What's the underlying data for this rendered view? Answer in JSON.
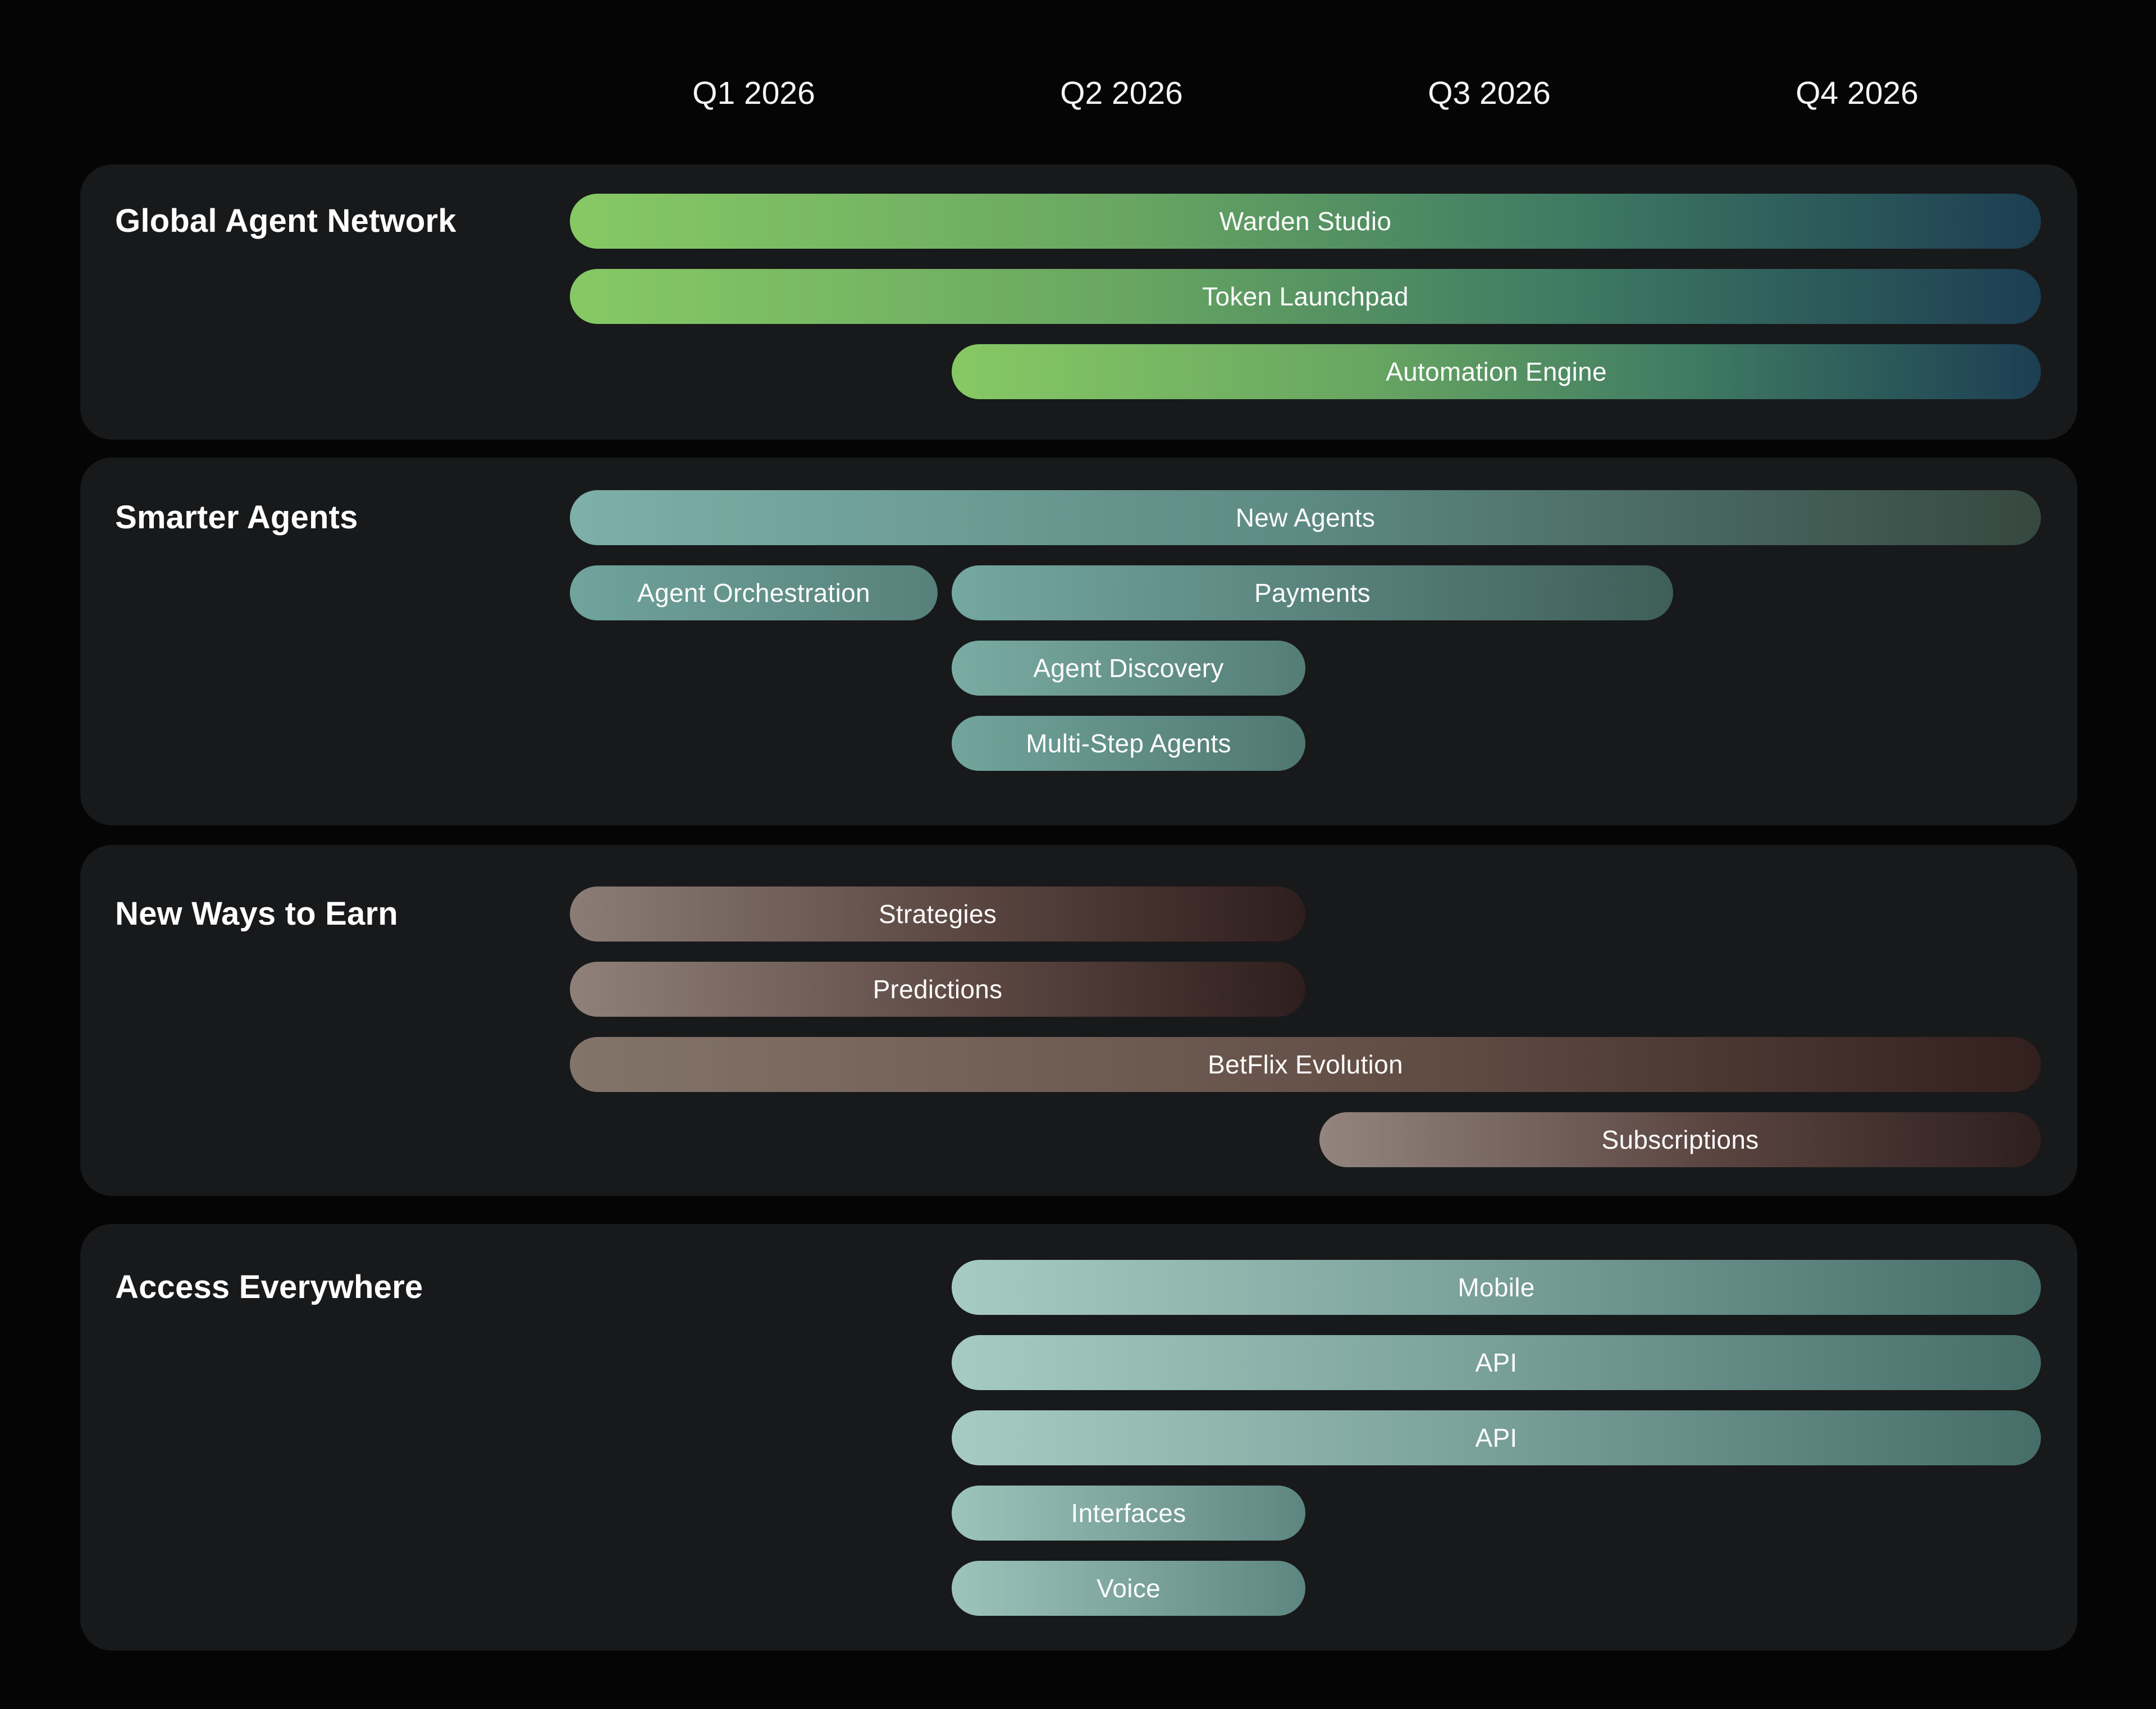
{
  "chart_data": {
    "type": "gantt-roadmap",
    "title": "",
    "quarters": [
      "Q1 2026",
      "Q2 2026",
      "Q3 2026",
      "Q4 2026"
    ],
    "axis_note": "bars span quarters Q1 2026 through Q4 2026; start/end are quarter offsets (0 = start of Q1 2026, 4 = end of Q4 2026)",
    "background_color": "#050505",
    "section_box_color": "#18191b",
    "sections": [
      {
        "title": "Global Agent Network",
        "rows": [
          [
            {
              "label": "Warden Studio",
              "start": 0,
              "end": 4,
              "start_q": "Q1 2026",
              "end_q": "Q4 2026",
              "gradient": [
                [
                  "#86c964",
                  0
                ],
                [
                  "#68a662",
                  38
                ],
                [
                  "#3f7a63",
                  68
                ],
                [
                  "#1c3e52",
                  100
                ]
              ]
            }
          ],
          [
            {
              "label": "Token Launchpad",
              "start": 0,
              "end": 4,
              "start_q": "Q1 2026",
              "end_q": "Q4 2026",
              "gradient": [
                [
                  "#86c964",
                  0
                ],
                [
                  "#68a662",
                  38
                ],
                [
                  "#3f7a63",
                  68
                ],
                [
                  "#1c3e52",
                  100
                ]
              ]
            }
          ],
          [
            {
              "label": "Automation Engine",
              "start": 1,
              "end": 4,
              "start_q": "Q2 2026",
              "end_q": "Q4 2026",
              "gradient": [
                [
                  "#86c964",
                  0
                ],
                [
                  "#68a662",
                  38
                ],
                [
                  "#3f7a63",
                  68
                ],
                [
                  "#1c3e52",
                  100
                ]
              ]
            }
          ]
        ]
      },
      {
        "title": "Smarter Agents",
        "rows": [
          [
            {
              "label": "New Agents",
              "start": 0,
              "end": 4,
              "start_q": "Q1 2026",
              "end_q": "Q4 2026",
              "gradient": [
                [
                  "#7db0a8",
                  0
                ],
                [
                  "#5d8a83",
                  50
                ],
                [
                  "#364840",
                  100
                ]
              ]
            }
          ],
          [
            {
              "label": "Agent Orchestration",
              "start": 0,
              "end": 1,
              "start_q": "Q1 2026",
              "end_q": "Q1 2026",
              "gradient": [
                [
                  "#70a49d",
                  0
                ],
                [
                  "#57807a",
                  100
                ]
              ]
            },
            {
              "label": "Payments",
              "start": 1,
              "end": 3,
              "start_q": "Q2 2026",
              "end_q": "Q3 2026",
              "gradient": [
                [
                  "#74a8a1",
                  0
                ],
                [
                  "#3f5e58",
                  100
                ]
              ]
            }
          ],
          [
            {
              "label": "Agent Discovery",
              "start": 1,
              "end": 2,
              "start_q": "Q2 2026",
              "end_q": "Q2 2026",
              "gradient": [
                [
                  "#7aaca4",
                  0
                ],
                [
                  "#547d76",
                  100
                ]
              ]
            }
          ],
          [
            {
              "label": "Multi-Step Agents",
              "start": 1,
              "end": 2,
              "start_q": "Q2 2026",
              "end_q": "Q2 2026",
              "gradient": [
                [
                  "#72a59d",
                  0
                ],
                [
                  "#4f7770",
                  100
                ]
              ]
            }
          ]
        ]
      },
      {
        "title": "New Ways to Earn",
        "rows": [
          [
            {
              "label": "Strategies",
              "start": 0,
              "end": 2,
              "start_q": "Q1 2026",
              "end_q": "Q2 2026",
              "gradient": [
                [
                  "#8b7d76",
                  0
                ],
                [
                  "#5a4540",
                  55
                ],
                [
                  "#2e1e1d",
                  100
                ]
              ]
            }
          ],
          [
            {
              "label": "Predictions",
              "start": 0,
              "end": 2,
              "start_q": "Q1 2026",
              "end_q": "Q2 2026",
              "gradient": [
                [
                  "#8f8179",
                  0
                ],
                [
                  "#5d4843",
                  55
                ],
                [
                  "#2e1e1d",
                  100
                ]
              ]
            }
          ],
          [
            {
              "label": "BetFlix Evolution",
              "start": 0,
              "end": 4,
              "start_q": "Q1 2026",
              "end_q": "Q4 2026",
              "gradient": [
                [
                  "#837469",
                  0
                ],
                [
                  "#604b43",
                  60
                ],
                [
                  "#32201e",
                  100
                ]
              ]
            }
          ],
          [
            {
              "label": "Subscriptions",
              "start": 2,
              "end": 4,
              "start_q": "Q3 2026",
              "end_q": "Q4 2026",
              "gradient": [
                [
                  "#93857e",
                  0
                ],
                [
                  "#5a4440",
                  55
                ],
                [
                  "#2e1f1e",
                  100
                ]
              ]
            }
          ]
        ]
      },
      {
        "title": "Access Everywhere",
        "rows": [
          [
            {
              "label": "Mobile",
              "start": 1,
              "end": 4,
              "start_q": "Q2 2026",
              "end_q": "Q4 2026",
              "gradient": [
                [
                  "#a6cbc2",
                  0
                ],
                [
                  "#7da49d",
                  45
                ],
                [
                  "#466d68",
                  100
                ]
              ]
            }
          ],
          [
            {
              "label": "API",
              "start": 1,
              "end": 4,
              "start_q": "Q2 2026",
              "end_q": "Q4 2026",
              "gradient": [
                [
                  "#a6cbc2",
                  0
                ],
                [
                  "#7da49d",
                  45
                ],
                [
                  "#466d68",
                  100
                ]
              ]
            }
          ],
          [
            {
              "label": "API",
              "start": 1,
              "end": 4,
              "start_q": "Q2 2026",
              "end_q": "Q4 2026",
              "gradient": [
                [
                  "#a6cbc2",
                  0
                ],
                [
                  "#7da49d",
                  45
                ],
                [
                  "#466d68",
                  100
                ]
              ]
            }
          ],
          [
            {
              "label": "Interfaces",
              "start": 1,
              "end": 2,
              "start_q": "Q2 2026",
              "end_q": "Q2 2026",
              "gradient": [
                [
                  "#9dc4bb",
                  0
                ],
                [
                  "#5d8680",
                  100
                ]
              ]
            }
          ],
          [
            {
              "label": "Voice",
              "start": 1,
              "end": 2,
              "start_q": "Q2 2026",
              "end_q": "Q2 2026",
              "gradient": [
                [
                  "#9dc4bb",
                  0
                ],
                [
                  "#5d8680",
                  100
                ]
              ]
            }
          ]
        ]
      }
    ]
  }
}
